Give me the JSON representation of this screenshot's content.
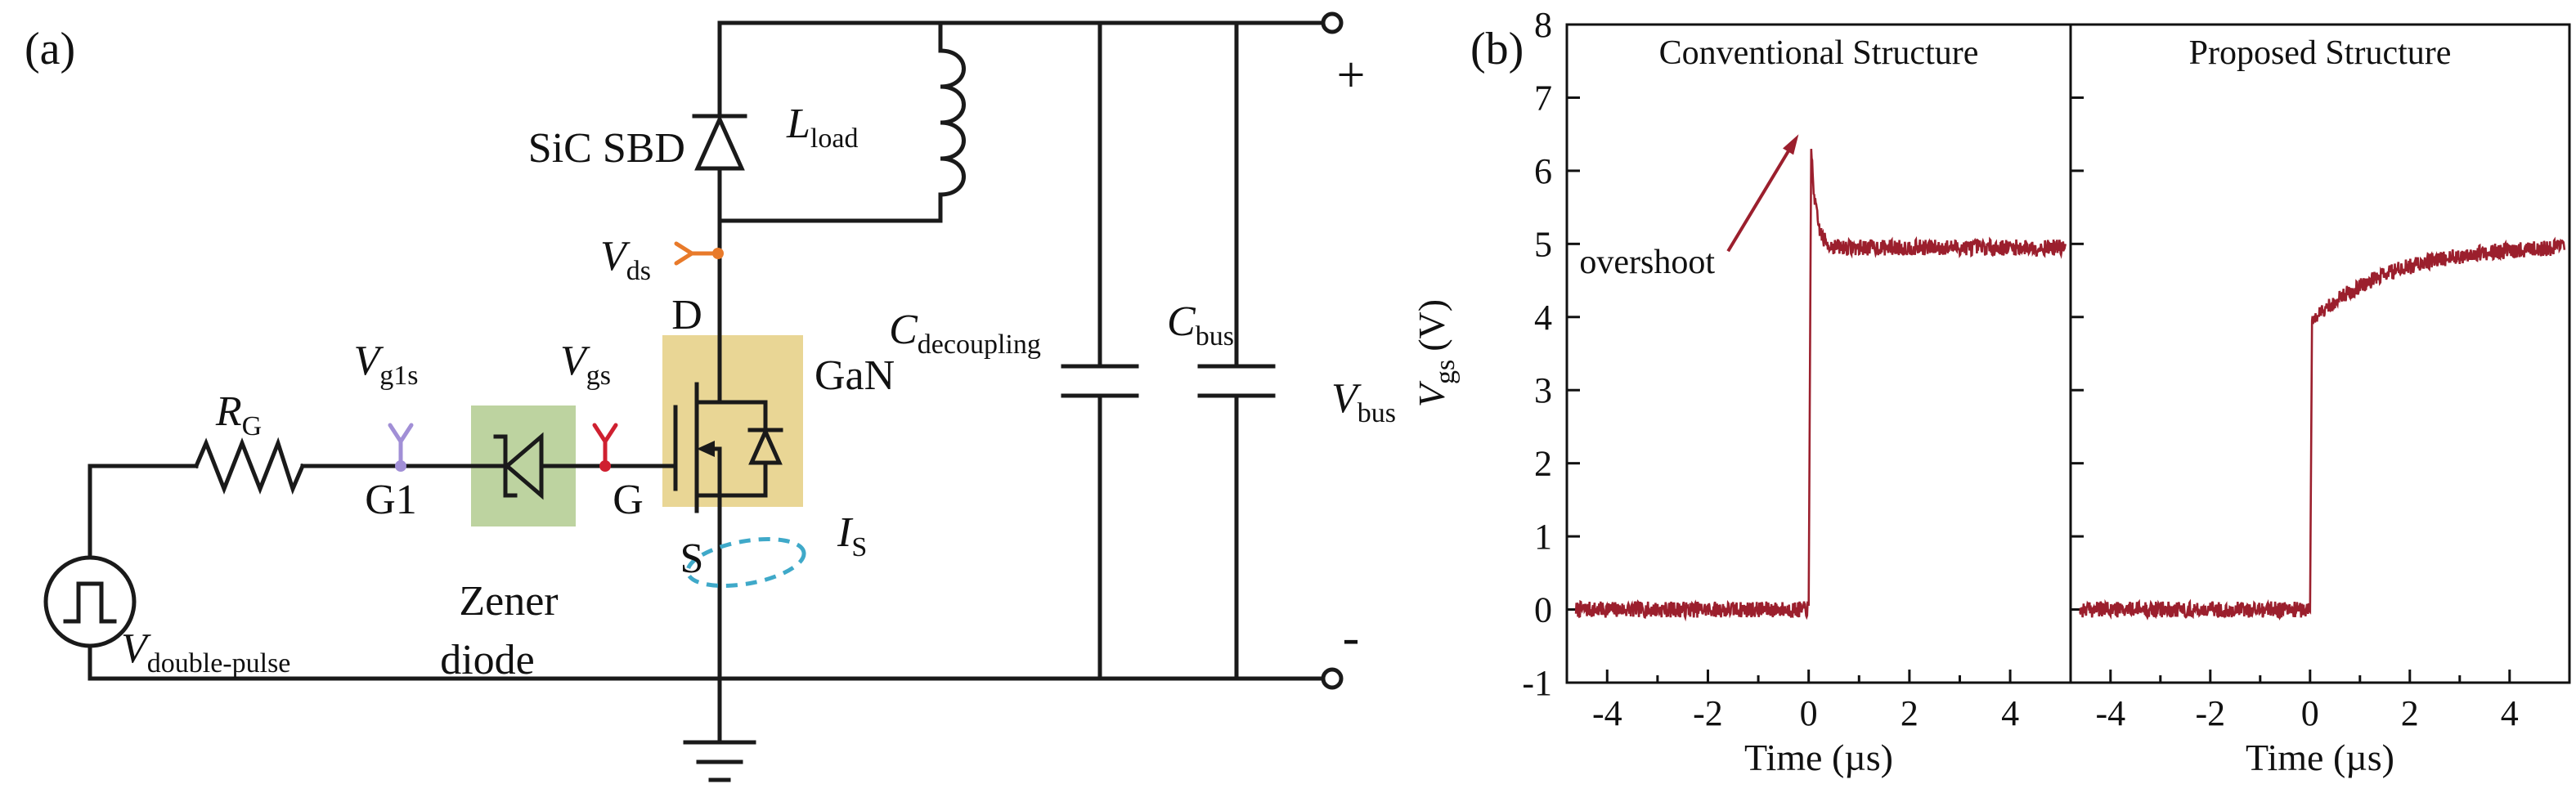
{
  "panel_a": {
    "label": "(a)",
    "labels": {
      "sic_sbd": "SiC SBD",
      "l_load": {
        "main": "L",
        "sub": "load"
      },
      "v_ds": {
        "main": "V",
        "sub": "ds"
      },
      "c_decoupling": {
        "main": "C",
        "sub": "decoupling"
      },
      "c_bus": {
        "main": "C",
        "sub": "bus"
      },
      "v_bus": {
        "main": "V",
        "sub": "bus"
      },
      "v_g1s": {
        "main": "V",
        "sub": "g1s"
      },
      "v_gs": {
        "main": "V",
        "sub": "gs"
      },
      "r_g": {
        "main": "R",
        "sub": "G"
      },
      "i_s": {
        "main": "I",
        "sub": "S"
      },
      "v_double_pulse": {
        "main": "V",
        "sub": "double-pulse"
      },
      "gan": "GaN",
      "zener_line1": "Zener",
      "zener_line2": "diode",
      "drain": "D",
      "gate": "G",
      "gate1": "G1",
      "source": "S",
      "plus": "+",
      "minus": "-"
    },
    "colors": {
      "wire": "#1a1a1a",
      "v_ds_orange": "#e87a2a",
      "v_g1s_purple": "#a18fd6",
      "v_gs_red": "#cf2030",
      "i_s_cyan": "#3fa9c9",
      "gan_box": "#e9d695",
      "zener_box": "#bdd3a0"
    }
  },
  "panel_b": {
    "label": "(b)",
    "ylabel": {
      "var": "V",
      "sub": "gs",
      "unit": "(V)"
    }
  },
  "chart_data": [
    {
      "type": "line",
      "title": "Conventional Structure",
      "xlabel": "Time (µs)",
      "ylabel": "Vgs (V)",
      "xlim": [
        -4.8,
        5.2
      ],
      "ylim": [
        -1,
        8
      ],
      "xticks": [
        -4,
        -2,
        0,
        2,
        4
      ],
      "xticks_minor": [
        -3,
        -1,
        1,
        3
      ],
      "yticks": [
        8,
        7,
        6,
        5,
        4,
        3,
        2,
        1,
        0,
        -1
      ],
      "ytick_labels": true,
      "grid": false,
      "series": [
        {
          "name": "Vgs",
          "color": "#9b1f2d",
          "shape": "step-overshoot",
          "t_start": -4.62,
          "t_end": 5.1,
          "step_time": 0,
          "baseline_v": 0,
          "peak_v": 6.3,
          "final_v": 4.95,
          "rise_time": 0.05,
          "decay_tau": 0.1,
          "noise_pp": 0.22,
          "seed": 7,
          "keypoints": [
            [
              -4.5,
              0
            ],
            [
              -0.01,
              0
            ],
            [
              0.05,
              6.3
            ],
            [
              0.2,
              5.3
            ],
            [
              0.5,
              5.0
            ],
            [
              5.0,
              5.0
            ]
          ]
        }
      ],
      "annotation": {
        "text": "overshoot",
        "color": "#9b1f2d",
        "text_xy": [
          -4.55,
          4.6
        ],
        "arrow_from": [
          -1.6,
          4.9
        ],
        "arrow_to": [
          -0.2,
          6.5
        ]
      }
    },
    {
      "type": "line",
      "title": "Proposed Structure",
      "xlabel": "Time (µs)",
      "ylabel": "Vgs (V)",
      "xlim": [
        -4.8,
        5.2
      ],
      "ylim": [
        -1,
        8
      ],
      "xticks": [
        -4,
        -2,
        0,
        2,
        4
      ],
      "xticks_minor": [
        -3,
        -1,
        1,
        3
      ],
      "yticks": [
        8,
        7,
        6,
        5,
        4,
        3,
        2,
        1,
        0,
        -1
      ],
      "ytick_labels": false,
      "grid": false,
      "series": [
        {
          "name": "Vgs",
          "color": "#9b1f2d",
          "shape": "step-rc",
          "t_start": -4.62,
          "t_end": 5.1,
          "step_time": 0,
          "baseline_v": 0,
          "jump_v": 3.95,
          "final_v": 5.0,
          "tau": 1.6,
          "noise_pp": 0.22,
          "seed": 99,
          "keypoints": [
            [
              -4.5,
              0
            ],
            [
              -0.01,
              0
            ],
            [
              0.05,
              3.95
            ],
            [
              1.0,
              4.55
            ],
            [
              2.0,
              4.72
            ],
            [
              3.0,
              4.85
            ],
            [
              4.0,
              4.92
            ],
            [
              5.0,
              4.97
            ]
          ]
        }
      ]
    }
  ]
}
